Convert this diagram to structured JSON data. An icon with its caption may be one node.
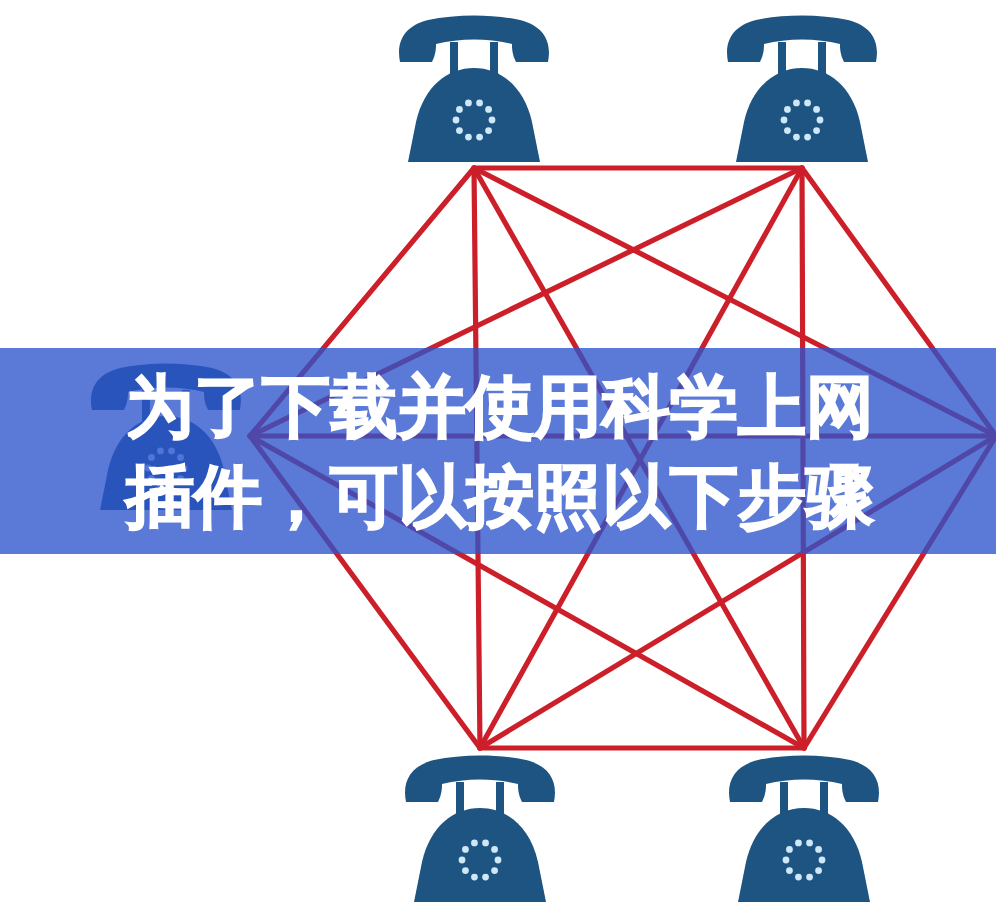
{
  "diagram": {
    "title": "为了下载并使用科学上网插件，可以按照以下步骤",
    "nodes": [
      {
        "text": [],
        "shape": "picture"
      },
      {
        "text": [],
        "shape": "picture"
      },
      {
        "text": [],
        "shape": "picture"
      },
      {
        "text": [],
        "shape": "picture"
      },
      {
        "text": [],
        "shape": "picture"
      }
    ],
    "edges": [
      {
        "from": 0,
        "to": 1,
        "arrow": "none"
      },
      {
        "from": 0,
        "to": 2,
        "arrow": "none"
      },
      {
        "from": 0,
        "to": 3,
        "arrow": "none"
      },
      {
        "from": 0,
        "to": 4,
        "arrow": "none"
      },
      {
        "from": 0,
        "to": null,
        "arrow": "none"
      },
      {
        "from": 1,
        "to": 2,
        "arrow": "none"
      },
      {
        "from": 1,
        "to": 3,
        "arrow": "none"
      },
      {
        "from": 1,
        "to": 4,
        "arrow": "none"
      },
      {
        "from": 1,
        "to": null,
        "arrow": "none"
      },
      {
        "from": 2,
        "to": 3,
        "arrow": "none"
      },
      {
        "from": 2,
        "to": 4,
        "arrow": "none"
      },
      {
        "from": 2,
        "to": null,
        "arrow": "none"
      },
      {
        "from": 3,
        "to": 4,
        "arrow": "none"
      },
      {
        "from": 3,
        "to": null,
        "arrow": "none"
      },
      {
        "from": 4,
        "to": null,
        "arrow": "none"
      }
    ]
  }
}
